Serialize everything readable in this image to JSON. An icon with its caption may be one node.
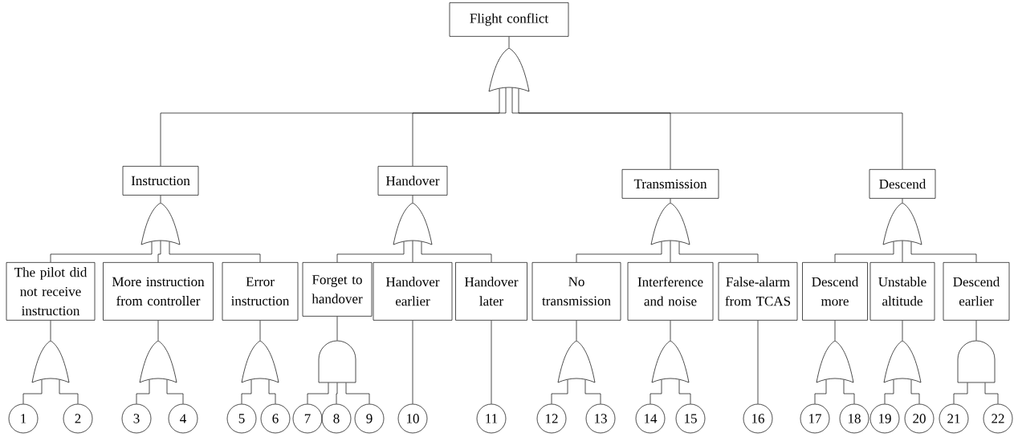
{
  "diagram": {
    "nodes": [
      {
        "text": [
          "Flight conflict"
        ]
      },
      {
        "text": [],
        "shape": "or-gate"
      },
      {
        "text": [
          "Instruction"
        ]
      },
      {
        "text": [
          "Handover"
        ]
      },
      {
        "text": [
          "Transmission"
        ]
      },
      {
        "text": [
          "Descend"
        ]
      },
      {
        "text": [],
        "shape": "or-gate"
      },
      {
        "text": [],
        "shape": "or-gate"
      },
      {
        "text": [],
        "shape": "or-gate"
      },
      {
        "text": [],
        "shape": "or-gate"
      },
      {
        "text": [
          "The pilot did not receive instruction"
        ]
      },
      {
        "text": [
          "More instruction from controller"
        ]
      },
      {
        "text": [
          "Error instruction"
        ]
      },
      {
        "text": [
          "Forget to handover"
        ]
      },
      {
        "text": [
          "Handover earlier"
        ]
      },
      {
        "text": [
          "Handover later"
        ]
      },
      {
        "text": [
          "No transmission"
        ]
      },
      {
        "text": [
          "Interference and noise"
        ]
      },
      {
        "text": [
          "False-alarm from TCAS"
        ]
      },
      {
        "text": [
          "Descend more"
        ]
      },
      {
        "text": [
          "Unstable altitude"
        ]
      },
      {
        "text": [
          "Descend earlier"
        ]
      },
      {
        "text": [],
        "shape": "or-gate"
      },
      {
        "text": [],
        "shape": "or-gate"
      },
      {
        "text": [],
        "shape": "or-gate"
      },
      {
        "text": [],
        "shape": "and-gate"
      },
      {
        "text": [],
        "shape": "or-gate"
      },
      {
        "text": [],
        "shape": "or-gate"
      },
      {
        "text": [],
        "shape": "or-gate"
      },
      {
        "text": [],
        "shape": "or-gate"
      },
      {
        "text": [],
        "shape": "and-gate"
      },
      {
        "text": [
          "1"
        ]
      },
      {
        "text": [
          "2"
        ]
      },
      {
        "text": [
          "3"
        ]
      },
      {
        "text": [
          "4"
        ]
      },
      {
        "text": [
          "5"
        ]
      },
      {
        "text": [
          "6"
        ]
      },
      {
        "text": [
          "7"
        ]
      },
      {
        "text": [
          "8"
        ]
      },
      {
        "text": [
          "9"
        ]
      },
      {
        "text": [
          "10"
        ]
      },
      {
        "text": [
          "11"
        ]
      },
      {
        "text": [
          "12"
        ]
      },
      {
        "text": [
          "13"
        ]
      },
      {
        "text": [
          "14"
        ]
      },
      {
        "text": [
          "15"
        ]
      },
      {
        "text": [
          "16"
        ]
      },
      {
        "text": [
          "17"
        ]
      },
      {
        "text": [
          "18"
        ]
      },
      {
        "text": [
          "19"
        ]
      },
      {
        "text": [
          "20"
        ]
      },
      {
        "text": [
          "21"
        ]
      },
      {
        "text": [
          "22"
        ]
      }
    ],
    "edges": [
      {
        "from": 0,
        "to": 1,
        "arrow": "none"
      },
      {
        "from": 1,
        "to": 2,
        "arrow": "none"
      },
      {
        "from": 1,
        "to": 3,
        "arrow": "none"
      },
      {
        "from": 1,
        "to": 4,
        "arrow": "none"
      },
      {
        "from": 1,
        "to": 5,
        "arrow": "none"
      },
      {
        "from": 2,
        "to": 6,
        "arrow": "none"
      },
      {
        "from": 3,
        "to": 7,
        "arrow": "none"
      },
      {
        "from": 4,
        "to": 8,
        "arrow": "none"
      },
      {
        "from": 5,
        "to": 9,
        "arrow": "none"
      },
      {
        "from": 6,
        "to": 10,
        "arrow": "none"
      },
      {
        "from": 6,
        "to": 11,
        "arrow": "none"
      },
      {
        "from": 6,
        "to": 12,
        "arrow": "none"
      },
      {
        "from": 7,
        "to": 13,
        "arrow": "none"
      },
      {
        "from": 7,
        "to": 14,
        "arrow": "none"
      },
      {
        "from": 7,
        "to": 15,
        "arrow": "none"
      },
      {
        "from": 8,
        "to": 16,
        "arrow": "none"
      },
      {
        "from": 8,
        "to": 17,
        "arrow": "none"
      },
      {
        "from": 8,
        "to": 18,
        "arrow": "none"
      },
      {
        "from": 9,
        "to": 19,
        "arrow": "none"
      },
      {
        "from": 9,
        "to": 20,
        "arrow": "none"
      },
      {
        "from": 9,
        "to": 21,
        "arrow": "none"
      },
      {
        "from": 10,
        "to": 22,
        "arrow": "none"
      },
      {
        "from": 11,
        "to": 23,
        "arrow": "none"
      },
      {
        "from": 12,
        "to": 24,
        "arrow": "none"
      },
      {
        "from": 13,
        "to": 25,
        "arrow": "none"
      },
      {
        "from": 14,
        "to": 40,
        "arrow": "none"
      },
      {
        "from": 15,
        "to": 41,
        "arrow": "none"
      },
      {
        "from": 16,
        "to": 26,
        "arrow": "none"
      },
      {
        "from": 17,
        "to": 27,
        "arrow": "none"
      },
      {
        "from": 18,
        "to": 46,
        "arrow": "none"
      },
      {
        "from": 19,
        "to": 28,
        "arrow": "none"
      },
      {
        "from": 20,
        "to": 29,
        "arrow": "none"
      },
      {
        "from": 21,
        "to": 30,
        "arrow": "none"
      },
      {
        "from": 22,
        "to": 31,
        "arrow": "none"
      },
      {
        "from": 22,
        "to": 32,
        "arrow": "none"
      },
      {
        "from": 23,
        "to": 33,
        "arrow": "none"
      },
      {
        "from": 23,
        "to": 34,
        "arrow": "none"
      },
      {
        "from": 24,
        "to": 35,
        "arrow": "none"
      },
      {
        "from": 24,
        "to": 36,
        "arrow": "none"
      },
      {
        "from": 25,
        "to": 37,
        "arrow": "none"
      },
      {
        "from": 25,
        "to": 38,
        "arrow": "none"
      },
      {
        "from": 25,
        "to": 39,
        "arrow": "none"
      },
      {
        "from": 26,
        "to": 42,
        "arrow": "none"
      },
      {
        "from": 26,
        "to": 43,
        "arrow": "none"
      },
      {
        "from": 27,
        "to": 44,
        "arrow": "none"
      },
      {
        "from": 27,
        "to": 45,
        "arrow": "none"
      },
      {
        "from": 28,
        "to": 47,
        "arrow": "none"
      },
      {
        "from": 28,
        "to": 48,
        "arrow": "none"
      },
      {
        "from": 29,
        "to": 49,
        "arrow": "none"
      },
      {
        "from": 29,
        "to": 50,
        "arrow": "none"
      },
      {
        "from": 30,
        "to": 51,
        "arrow": "none"
      },
      {
        "from": 30,
        "to": 52,
        "arrow": "none"
      }
    ]
  }
}
